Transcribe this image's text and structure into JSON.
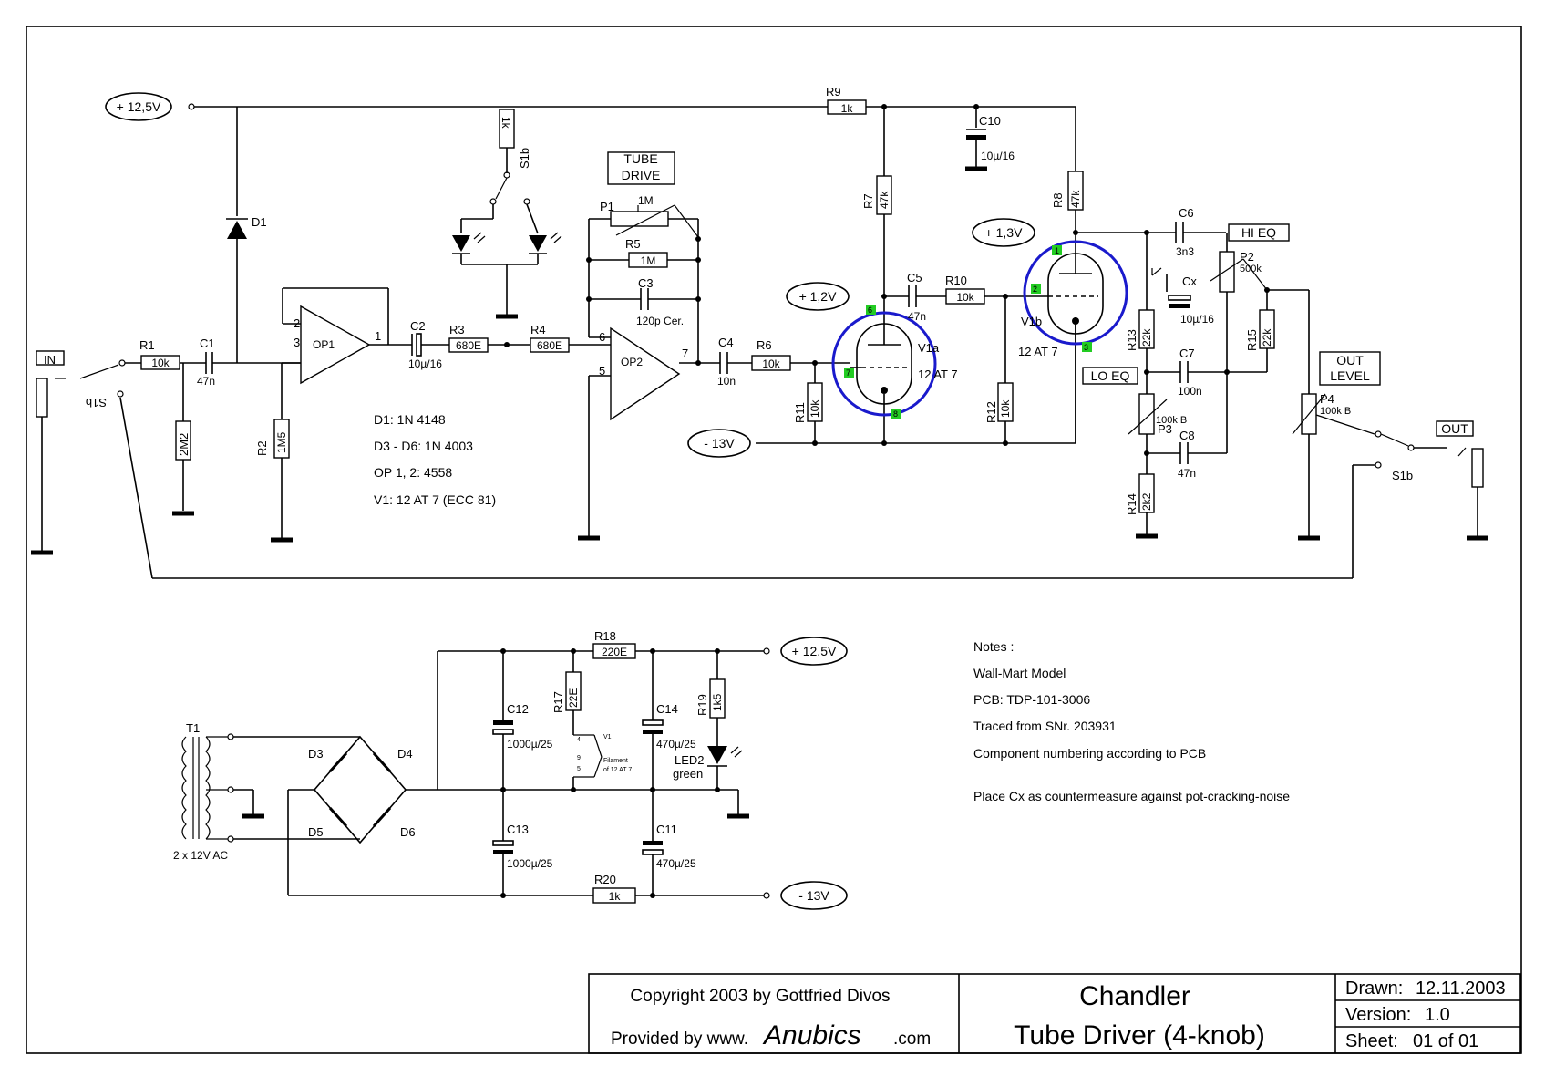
{
  "title": {
    "copyright": "Copyright 2003 by Gottfried Divos",
    "provided_prefix": "Provided by  www.",
    "provided_brand": "Anubics",
    "provided_suffix": ".com",
    "name_line1": "Chandler",
    "name_line2": "Tube Driver (4-knob)",
    "drawn_label": "Drawn:",
    "drawn_value": "12.11.2003",
    "version_label": "Version:",
    "version_value": "1.0",
    "sheet_label": "Sheet:",
    "sheet_value": "01  of  01"
  },
  "rails": {
    "pos_top": "+ 12,5V",
    "neg_top": "- 13V",
    "pos_psu": "+ 12,5V",
    "neg_psu": "- 13V",
    "v_grid": "+ 1,2V",
    "v_cath": "+ 1,3V"
  },
  "labels": {
    "in": "IN",
    "out": "OUT",
    "tube_drive_1": "TUBE",
    "tube_drive_2": "DRIVE",
    "hi_eq": "HI EQ",
    "lo_eq": "LO EQ",
    "out_level_1": "OUT",
    "out_level_2": "LEVEL"
  },
  "parts": {
    "R1": "R1",
    "R1_val": "10k",
    "C1": "C1",
    "C1_val": "47n",
    "R_2M2": "2M2",
    "D1": "D1",
    "R2": "R2",
    "R2_val": "1M5",
    "OP1": "OP1",
    "C2": "C2",
    "C2_val": "10µ/16",
    "R3": "R3",
    "R3_val": "680E",
    "R4": "R4",
    "R4_val": "680E",
    "OP2": "OP2",
    "P1": "P1",
    "P1_val": "1M",
    "R5": "R5",
    "R5_val": "1M",
    "C3": "C3",
    "C3_val": "120p Cer.",
    "C4": "C4",
    "C4_val": "10n",
    "R6": "R6",
    "R6_val": "10k",
    "R11": "R11",
    "R11_val": "10k",
    "R9": "R9",
    "R9_val": "1k",
    "R7": "R7",
    "R7_val": "47k",
    "C5": "C5",
    "C5_val": "47n",
    "R10": "R10",
    "R10_val": "10k",
    "R12": "R12",
    "R12_val": "10k",
    "V1a": "V1a",
    "V1a_type": "12 AT 7",
    "V1b": "V1b",
    "V1b_type": "12 AT 7",
    "C10": "C10",
    "C10_val": "10µ/16",
    "R8": "R8",
    "R8_val": "47k",
    "C6": "C6",
    "C6_val": "3n3",
    "Cx": "Cx",
    "Cx_val": "10µ/16",
    "R13": "R13",
    "R13_val": "22k",
    "P2": "P2",
    "P2_val": "500k",
    "R15": "R15",
    "R15_val": "22k",
    "C7": "C7",
    "C7_val": "100n",
    "P3": "P3",
    "P3_val": "100k B",
    "C8": "C8",
    "C8_val": "47n",
    "R14": "R14",
    "R14_val": "2k2",
    "P4": "P4",
    "P4_val": "100k B",
    "S1b_led": "S1b",
    "S1b_in": "S1b",
    "S1b_out": "S1b",
    "led_r": "1k",
    "T1": "T1",
    "T1_val": "2 x 12V AC",
    "D3": "D3",
    "D4": "D4",
    "D5": "D5",
    "D6": "D6",
    "C12": "C12",
    "C12_val": "1000µ/25",
    "C13": "C13",
    "C13_val": "1000µ/25",
    "R17": "R17",
    "R17_val": "22E",
    "R18": "R18",
    "R18_val": "220E",
    "C14": "C14",
    "C14_val": "470µ/25",
    "C11": "C11",
    "C11_val": "470µ/25",
    "R19": "R19",
    "R19_val": "1k5",
    "LED2": "LED2",
    "LED2_col": "green",
    "R20": "R20",
    "R20_val": "1k",
    "fil1": "Filament",
    "fil2": "of  12 AT 7"
  },
  "pins": {
    "op1_2": "2",
    "op1_3": "3",
    "op1_1": "1",
    "op2_6": "6",
    "op2_5": "5",
    "op2_7": "7",
    "v1a_6": "6",
    "v1a_7": "7",
    "v1a_8": "8",
    "v1b_1": "1",
    "v1b_2": "2",
    "v1b_3": "3",
    "fil_4": "4",
    "fil_9": "9",
    "fil_5": "5",
    "fil_v1": "V1"
  },
  "bom": {
    "line1": "D1:  1N 4148",
    "line2": "D3 - D6:  1N 4003",
    "line3": "OP 1, 2:  4558",
    "line4": "V1:  12 AT 7  (ECC 81)"
  },
  "notes": {
    "head": "Notes :",
    "line1": "Wall-Mart Model",
    "line2": "PCB:  TDP-101-3006",
    "line3": "Traced from SNr. 203931",
    "line4": "Component numbering according to PCB",
    "line5": "Place Cx as countermeasure against pot-cracking-noise"
  }
}
